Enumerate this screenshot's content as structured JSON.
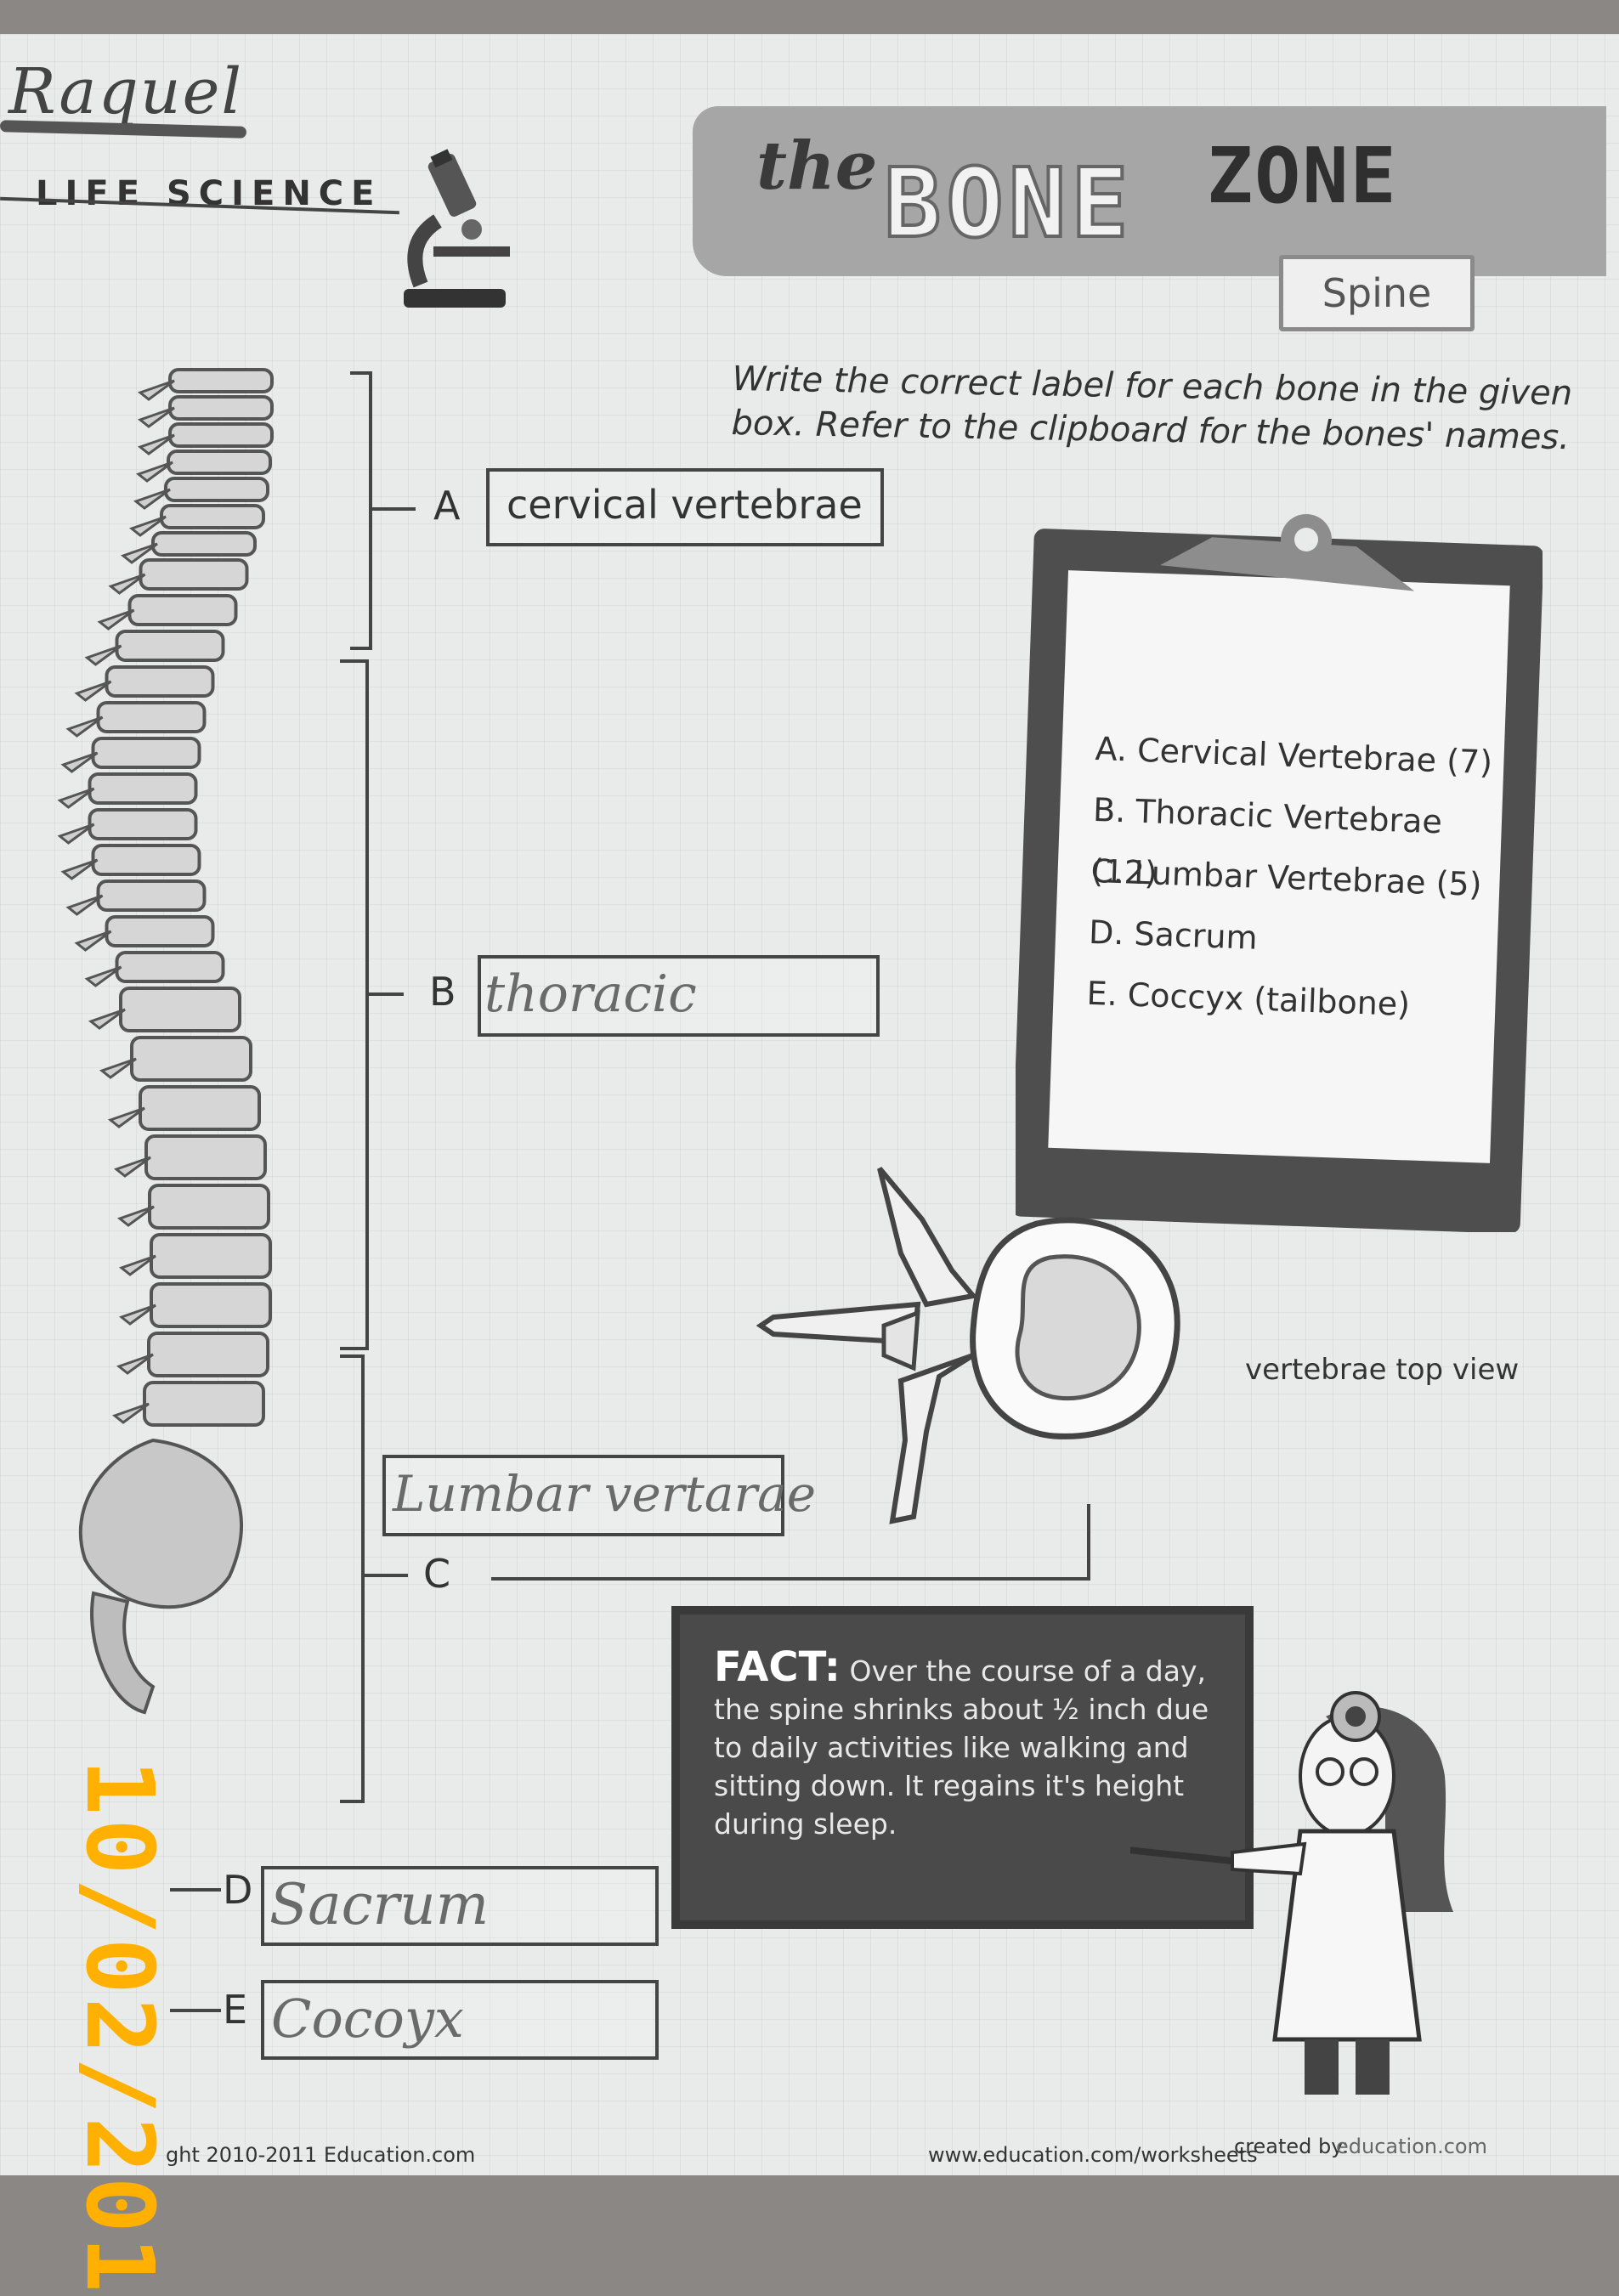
{
  "student_name": "Raquel",
  "header": {
    "subject": "LIFE SCIENCE",
    "title_the": "the",
    "title_bone": "BONE",
    "title_zone": "ZONE",
    "topic": "Spine"
  },
  "instructions": "Write the correct label for each bone in the given box. Refer to the clipboard for the bones' names.",
  "labels": [
    {
      "letter": "A",
      "answer": "cervical vertebrae"
    },
    {
      "letter": "B",
      "answer": "thoracic"
    },
    {
      "letter": "C",
      "answer": "Lumbar vertarae"
    },
    {
      "letter": "D",
      "answer": "Sacrum"
    },
    {
      "letter": "E",
      "answer": "Cocoyx"
    }
  ],
  "clipboard": {
    "items": [
      "A. Cervical Vertebrae (7)",
      "B. Thoracic Vertebrae (12)",
      "C. Lumbar Vertebrae (5)",
      "D. Sacrum",
      "E. Coccyx (tailbone)"
    ]
  },
  "vertebra_caption": "vertebrae top view",
  "fact": {
    "heading": "FACT:",
    "body": "Over the course of a day, the spine shrinks about ½ inch due to daily activities like walking and sitting down. It regains it's height during sleep."
  },
  "date_stamp": "10/02/201",
  "footer": {
    "copyright": "ght 2010-2011 Education.com",
    "url": "www.education.com/worksheets",
    "created_by": "created by:",
    "brand": "education.com"
  },
  "colors": {
    "banner": "#a5a6a5",
    "board": "#4a4a4a",
    "date_stamp": "#ffb000"
  }
}
